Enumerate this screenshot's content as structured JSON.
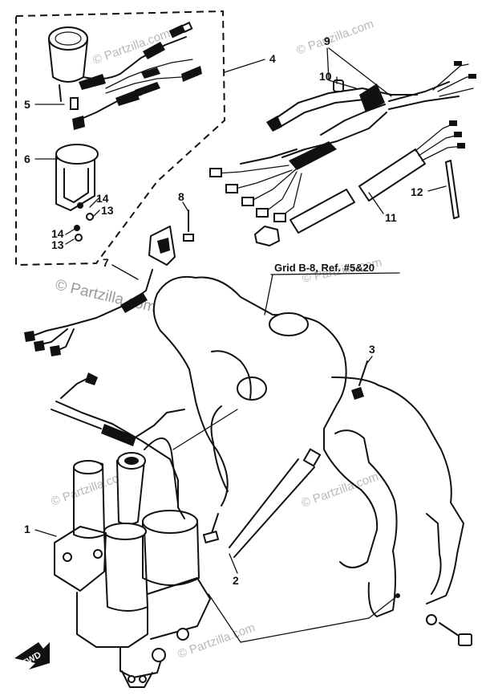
{
  "diagram": {
    "callouts": [
      {
        "id": "1",
        "text": "1"
      },
      {
        "id": "2",
        "text": "2"
      },
      {
        "id": "3",
        "text": "3"
      },
      {
        "id": "4",
        "text": "4"
      },
      {
        "id": "5",
        "text": "5"
      },
      {
        "id": "6",
        "text": "6"
      },
      {
        "id": "7",
        "text": "7"
      },
      {
        "id": "8",
        "text": "8"
      },
      {
        "id": "9",
        "text": "9"
      },
      {
        "id": "10",
        "text": "10"
      },
      {
        "id": "11",
        "text": "11"
      },
      {
        "id": "12",
        "text": "12"
      },
      {
        "id": "13a",
        "text": "13"
      },
      {
        "id": "13b",
        "text": "13"
      },
      {
        "id": "14a",
        "text": "14"
      },
      {
        "id": "14b",
        "text": "14"
      }
    ],
    "grid_reference": "Grid B-8, Ref. #5&20",
    "direction_label": "FWD",
    "watermarks": [
      "© Partzilla.com",
      "© Partzilla.com",
      "© Partzilla.com",
      "© Partzilla.com",
      "© Partzilla.com",
      "© Partzilla.com",
      "© Partzilla.com"
    ],
    "colors": {
      "ink": "#111111",
      "paper": "#ffffff",
      "watermark": "#b8b8b8"
    }
  }
}
